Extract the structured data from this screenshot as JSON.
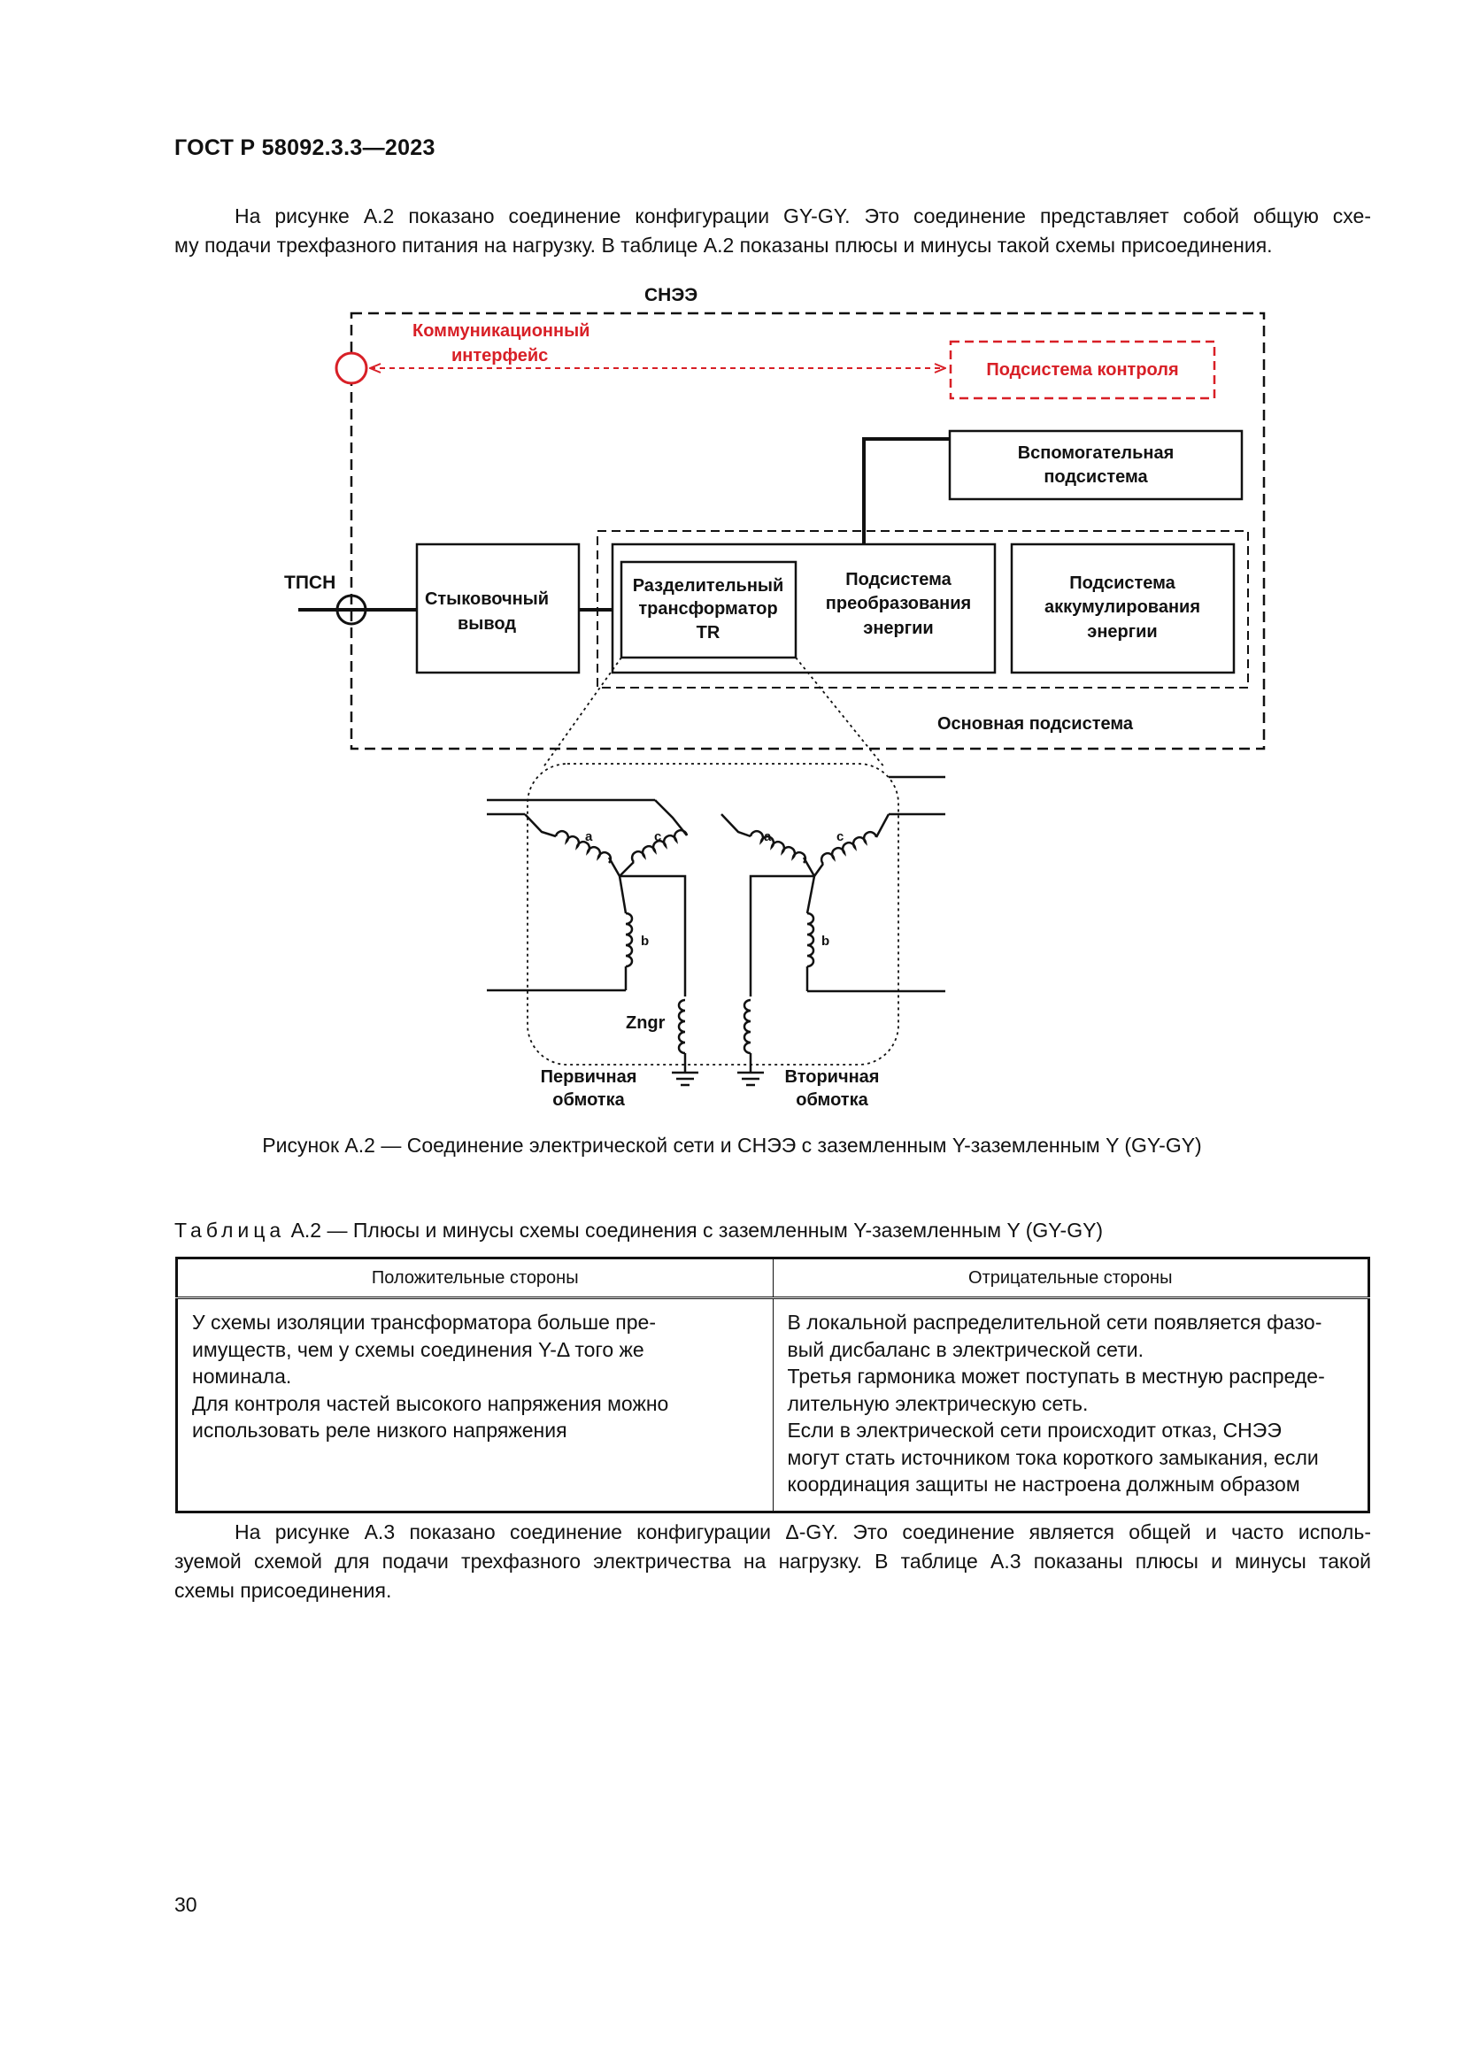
{
  "header": {
    "doc_id": "ГОСТ Р 58092.3.3—2023"
  },
  "intro": {
    "lines": [
      "На рисунке А.2 показано соединение конфигурации GY-GY. Это соединение представляет собой общую схе-",
      "му подачи трехфазного питания на нагрузку. В таблице А.2 показаны плюсы и минусы такой схемы присоединения."
    ]
  },
  "figure": {
    "labels": {
      "snee": "СНЭЭ",
      "comm_line1": "Коммуникационный",
      "comm_line2": "интерфейс",
      "control": "Подсистема контроля",
      "aux_line1": "Вспомогательная",
      "aux_line2": "подсистема",
      "tpsn": "ТПСН",
      "dock_line1": "Стыковочный",
      "dock_line2": "вывод",
      "tr_line1": "Разделительный",
      "tr_line2": "трансформатор",
      "tr_line3": "TR",
      "conv_line1": "Подсистема",
      "conv_line2": "преобразования",
      "conv_line3": "энергии",
      "stor_line1": "Подсистема",
      "stor_line2": "аккумулирования",
      "stor_line3": "энергии",
      "main_sub": "Основная подсистема",
      "coil_a": "a",
      "coil_c": "c",
      "coil_b": "b",
      "zngr": "Zngr",
      "primary_line1": "Первичная",
      "primary_line2": "обмотка",
      "secondary_line1": "Вторичная",
      "secondary_line2": "обмотка"
    },
    "colors": {
      "accent": "#d81f26",
      "line": "#111111"
    },
    "caption": "Рисунок А.2 — Соединение электрической сети и СНЭЭ с заземленным Y-заземленным Y (GY-GY)"
  },
  "table": {
    "title_prefix": "Таблица",
    "title_rest": " А.2 — Плюсы и минусы схемы соединения с заземленным Y-заземленным Y (GY-GY)",
    "headers": [
      "Положительные стороны",
      "Отрицательные стороны"
    ],
    "pros_lines": [
      "У схемы изоляции трансформатора больше пре-",
      "имуществ, чем у схемы соединения Y-Δ того же",
      "номинала.",
      "Для контроля частей высокого напряжения можно",
      "использовать реле низкого напряжения"
    ],
    "cons_lines": [
      "В локальной распределительной сети появляется фазо-",
      "вый дисбаланс в электрической сети.",
      "Третья гармоника может поступать в местную распреде-",
      "лительную электрическую сеть.",
      "Если в электрической сети происходит отказ, СНЭЭ",
      "могут стать источником тока короткого замыкания, если",
      "координация защиты не настроена должным образом"
    ]
  },
  "outro": {
    "lines": [
      "На рисунке А.3 показано соединение конфигурации Δ-GY. Это соединение является общей и часто исполь-",
      "зуемой схемой для подачи трехфазного электричества на нагрузку. В таблице А.3 показаны плюсы и минусы такой",
      "схемы присоединения."
    ]
  },
  "page_number": "30"
}
